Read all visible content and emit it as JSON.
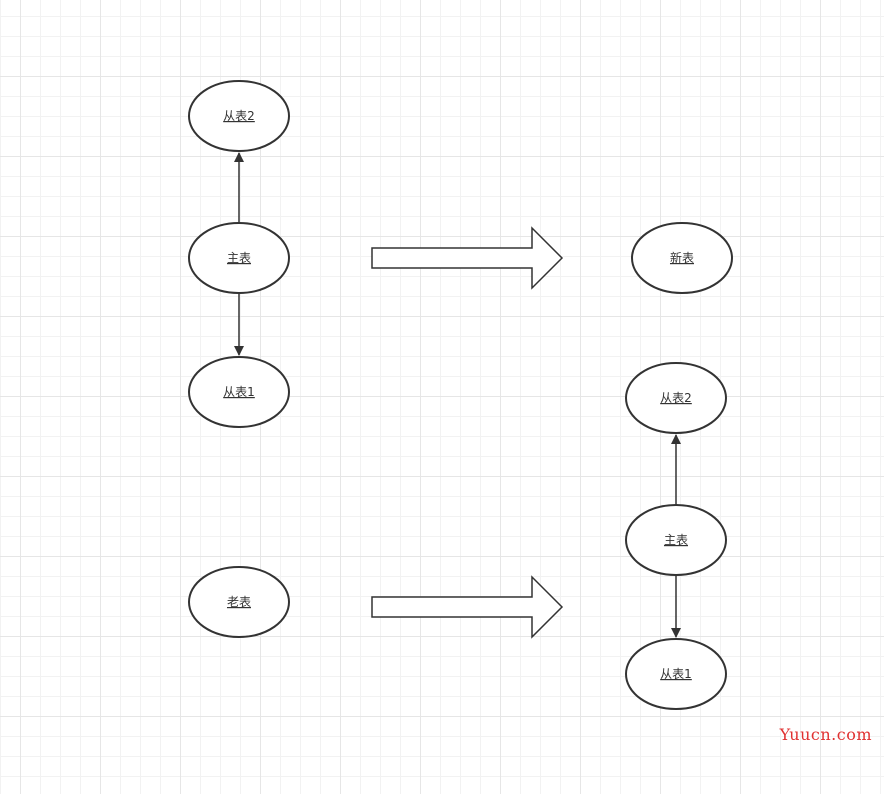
{
  "nodes": {
    "left_sub2": "从表2",
    "left_main": "主表",
    "left_sub1": "从表1",
    "left_old": "老表",
    "right_new": "新表",
    "right_sub2": "从表2",
    "right_main": "主表",
    "right_sub1": "从表1"
  },
  "watermark": "Yuucn.com",
  "colors": {
    "stroke": "#333333",
    "watermark": "#e03131"
  }
}
